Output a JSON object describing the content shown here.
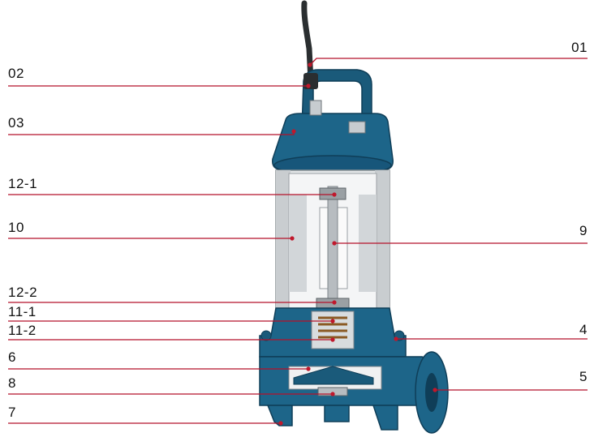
{
  "diagram": {
    "leader_color": "#b5122a",
    "dot_color": "#c0182c",
    "body_color": "#1a5a7a",
    "body_dark": "#0f3e58",
    "steel_color": "#d8dcde",
    "cable_color": "#2a2e30",
    "callouts": [
      {
        "id": "01"
      },
      {
        "id": "02"
      },
      {
        "id": "03"
      },
      {
        "id": "12-1"
      },
      {
        "id": "10"
      },
      {
        "id": "9"
      },
      {
        "id": "12-2"
      },
      {
        "id": "11-1"
      },
      {
        "id": "11-2"
      },
      {
        "id": "4"
      },
      {
        "id": "6"
      },
      {
        "id": "5"
      },
      {
        "id": "8"
      },
      {
        "id": "7"
      }
    ]
  }
}
